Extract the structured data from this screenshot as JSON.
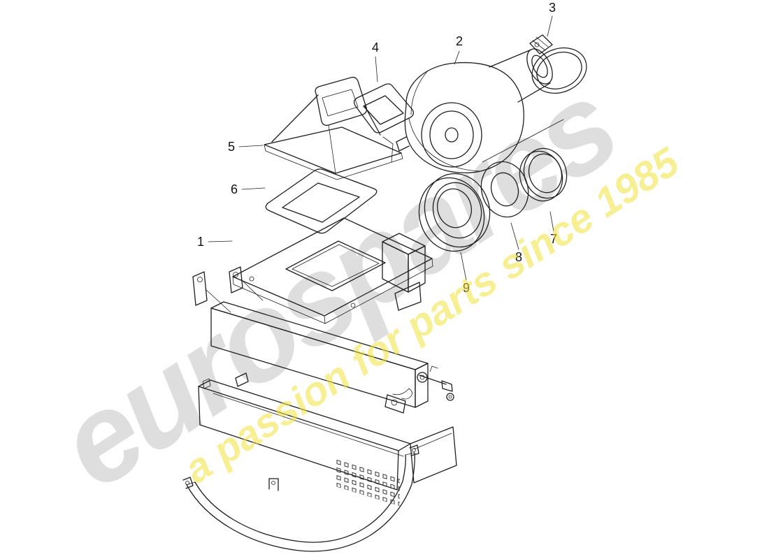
{
  "watermark": {
    "brand": "eurospares",
    "tagline": "a passion for parts since 1985",
    "brand_color": "#d6d6d6",
    "tagline_color": "#efe33c"
  },
  "colors": {
    "background": "#ffffff",
    "line": "#1f1f1f"
  },
  "diagram": {
    "type": "exploded-parts-drawing",
    "subject": "fan / blower and evaporator assembly",
    "part_labels": [
      {
        "number": "1"
      },
      {
        "number": "2"
      },
      {
        "number": "3"
      },
      {
        "number": "4"
      },
      {
        "number": "5"
      },
      {
        "number": "6"
      },
      {
        "number": "7"
      },
      {
        "number": "8"
      },
      {
        "number": "9"
      }
    ]
  }
}
